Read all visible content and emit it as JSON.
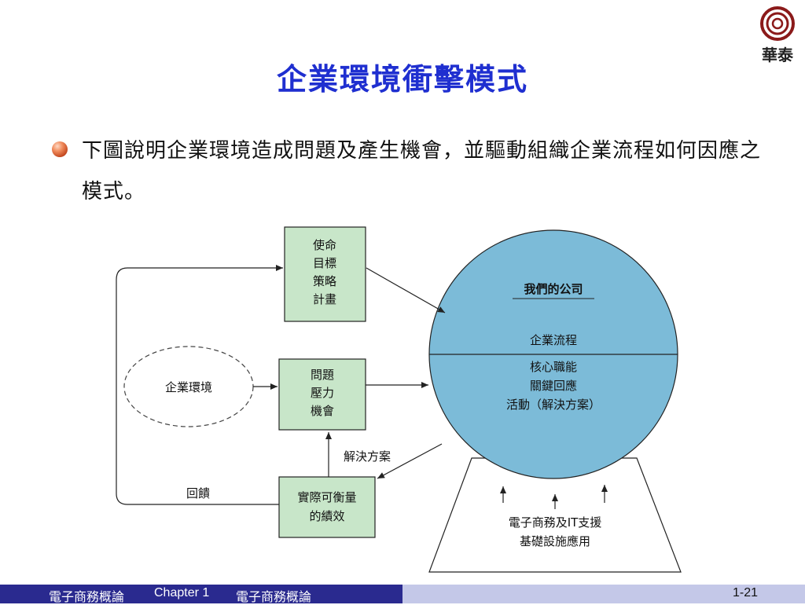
{
  "logo": {
    "text": "華泰"
  },
  "title": "企業環境衝擊模式",
  "bullet": {
    "text": "下圖說明企業環境造成問題及產生機會，並驅動組織企業流程如何因應之模式。"
  },
  "diagram": {
    "box_mission": [
      "使命",
      "目標",
      "策略",
      "計畫"
    ],
    "environment": "企業環境",
    "box_problems": [
      "問題",
      "壓力",
      "機會"
    ],
    "solution_label": "解決方案",
    "feedback_label": "回饋",
    "box_performance": [
      "實際可衡量",
      "的績效"
    ],
    "circle": {
      "company": "我們的公司",
      "process": "企業流程",
      "lines": [
        "核心職能",
        "關鍵回應",
        "活動（解決方案）"
      ]
    },
    "infra": [
      "電子商務及IT支援",
      "基礎設施應用"
    ]
  },
  "colors": {
    "title": "#1f2fd0",
    "box_fill": "#c8e6c9",
    "circle_fill": "#7cbbd8",
    "footer_left": "#2a2a8f",
    "footer_right": "#c4c8e8"
  },
  "footer": {
    "course": "電子商務概論",
    "chapter": "Chapter 1",
    "course2": "電子商務概論",
    "page": "1-21"
  }
}
